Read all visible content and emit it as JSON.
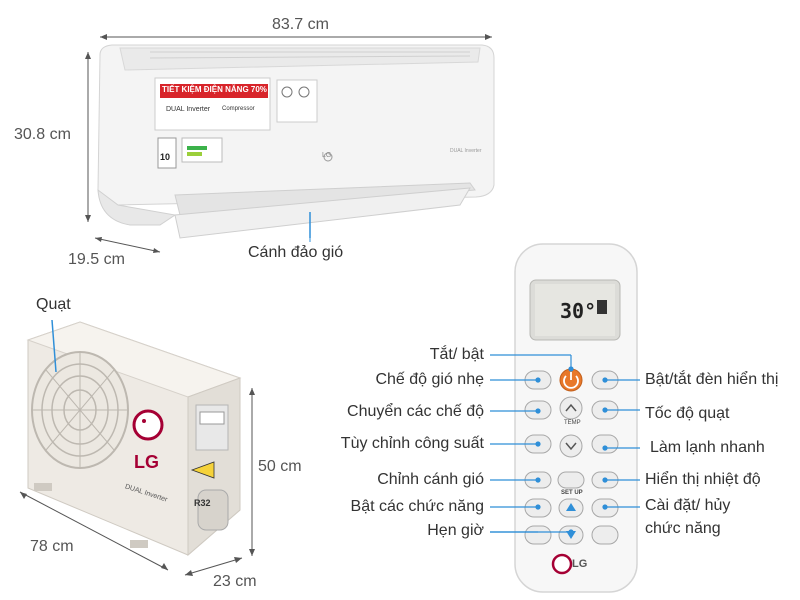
{
  "indoor_unit": {
    "width_label": "83.7 cm",
    "height_label": "30.8 cm",
    "depth_label": "19.5 cm",
    "flap_label": "Cánh đảo gió",
    "sticker_text": "TIẾT KIỆM ĐIỆN NĂNG 70%",
    "inverter_text": "DUAL Inverter",
    "compressor_text": "Compressor",
    "logo": "LG",
    "small_badge": "10"
  },
  "outdoor_unit": {
    "fan_label": "Quạt",
    "height_label": "50 cm",
    "width_label": "78 cm",
    "depth_label": "23 cm",
    "logo": "LG",
    "inverter_text": "DUAL Inverter",
    "refrigerant": "R32"
  },
  "remote": {
    "display_temp": "30°",
    "logo": "LG",
    "temp_label": "TEMP",
    "setup_label": "SET UP",
    "callouts_left": [
      "Tắt/ bật",
      "Chế độ gió nhẹ",
      "Chuyển các chế độ",
      "Tùy chỉnh công suất",
      "Chỉnh cánh gió",
      "Bật các chức năng",
      "Hẹn giờ"
    ],
    "callouts_right": [
      "Bật/tắt đèn hiển thị",
      "Tốc độ quạt",
      "Làm lạnh nhanh",
      "Hiển thị nhiệt độ",
      "Cài đặt/ hủy",
      "chức năng"
    ]
  },
  "colors": {
    "accent_blue": "#2f8fd8",
    "power_orange": "#e8782a",
    "sticker_red": "#d8242a"
  }
}
